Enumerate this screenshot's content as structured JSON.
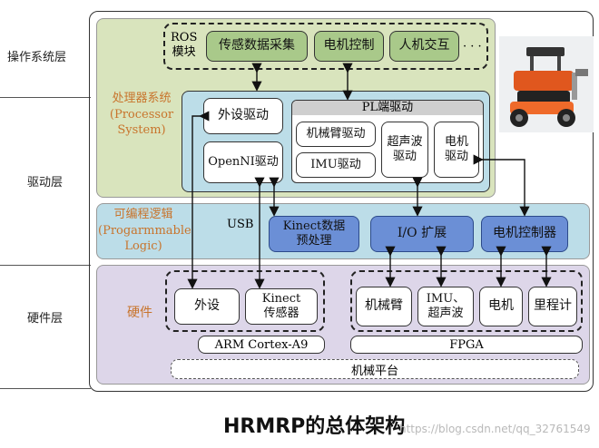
{
  "layers": {
    "os": "操作系统层",
    "driver": "驱动层",
    "hardware": "硬件层"
  },
  "ros": {
    "label": "ROS\n模块",
    "nodes": [
      "传感数据采集",
      "电机控制",
      "人机交互"
    ],
    "ellipsis": "· · ·"
  },
  "processor": {
    "title": "处理器系统\n(Processor\nSystem)",
    "peripheral_driver": "外设驱动",
    "openni_driver": "OpenNI驱动",
    "pl_title": "PL端驱动",
    "arm_driver": "机械臂驱动",
    "imu_driver": "IMU驱动",
    "ultrasonic_driver": "超声波\n驱动",
    "motor_driver": "电机\n驱动"
  },
  "pl": {
    "title": "可编程逻辑\n(Progarmmable\nLogic)",
    "usb": "USB",
    "kinect_pre": "Kinect数据\n预处理",
    "io": "I/O 扩展",
    "motor_ctrl": "电机控制器"
  },
  "hw": {
    "title": "硬件",
    "peripheral": "外设",
    "kinect_sensor": "Kinect\n传感器",
    "arm_cortex": "ARM Cortex-A9",
    "arm": "机械臂",
    "imu_ultra": "IMU、\n超声波",
    "motor": "电机",
    "odometer": "里程计",
    "fpga": "FPGA",
    "platform": "机械平台"
  },
  "caption": "HRMRP的总体架构",
  "watermark": "https://blog.csdn.net/qq_32761549",
  "colors": {
    "os_panel": "#d9e4bd",
    "processor_panel": "#bcdde8",
    "pl_panel": "#bcdde8",
    "hw_panel": "#ddd6e9",
    "green_box": "#a9c98a",
    "blue_box": "#6b8fd6",
    "orange_text": "#c8742c"
  }
}
